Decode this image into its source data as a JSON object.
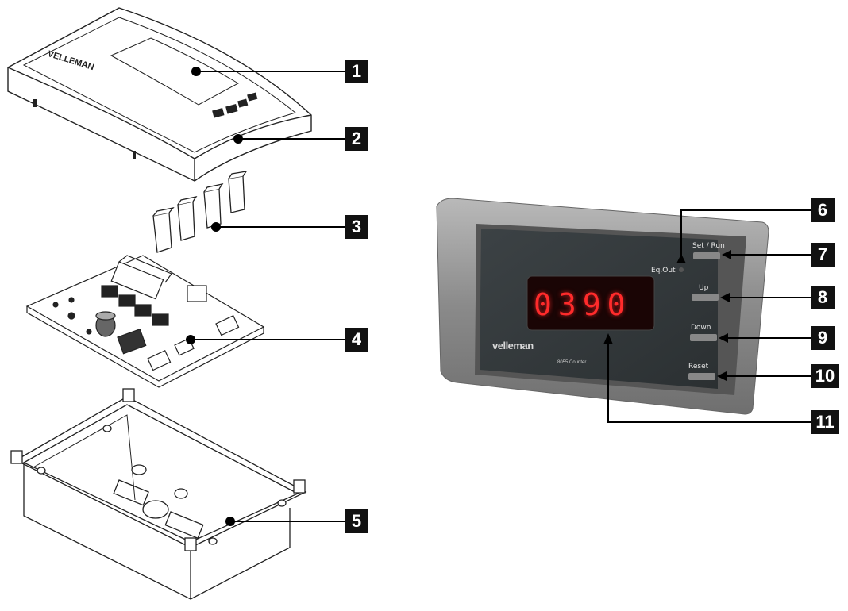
{
  "callouts": [
    "1",
    "2",
    "3",
    "4",
    "5",
    "6",
    "7",
    "8",
    "9",
    "10",
    "11"
  ],
  "device": {
    "brand": "velleman",
    "model_label": "8055 Counter",
    "display_value": "0390",
    "eq_out_label": "Eq.Out",
    "buttons": [
      "Set / Run",
      "Up",
      "Down",
      "Reset"
    ]
  },
  "exploded": {
    "lid_brand": "VELLEMAN"
  },
  "colors": {
    "callout_bg": "#111111",
    "led_red": "#ff2b2b",
    "frame_gray": "#8c8c8c"
  }
}
